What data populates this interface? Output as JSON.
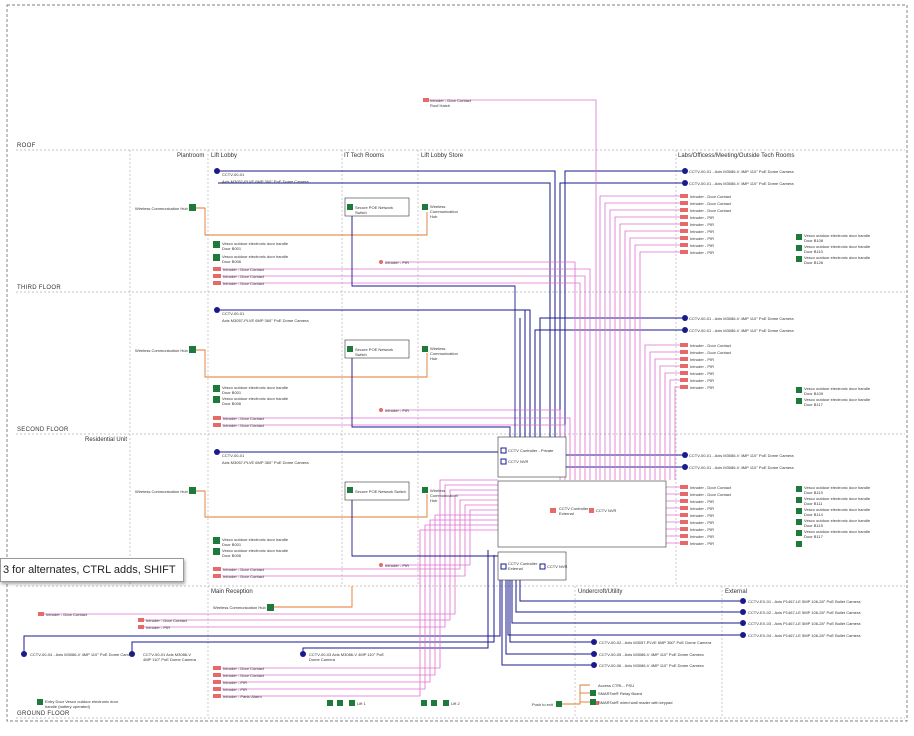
{
  "floors": [
    "ROOF",
    "THIRD FLOOR",
    "SECOND FLOOR",
    "GROUND FLOOR"
  ],
  "rooms": {
    "plantroom": "Plantroom",
    "lift_lobby": "Lift Lobby",
    "it_tech_rooms": "IT Tech Rooms",
    "lift_lobby_store": "Lift Lobby Store",
    "labs": "Labs/Officess/Meeting/Outside Tech Rooms",
    "residential_unit": "Residential Unit",
    "main_reception": "Main Reception",
    "undercroft": "Undercroft/Utility",
    "external": "External"
  },
  "labels": {
    "roof_hatch": "Intruder - Door Contact Roof Hatch",
    "cctv_003_1": "CCTV-00-01",
    "cctv_003_2": "Axis M3057-PLVE 6MP 360° PoE Dome Camera",
    "cctv_lab": "CCTV-00-01 - Axis M3086-V 4MP 110° PoE Dome Camera",
    "wireless_hub": "Wireless Communication Hub",
    "secure_poe": "Secure POE Network Switch",
    "wireless_comm": "Wireless Communication Hub",
    "door_handle": "Vesco outdoor electronic door handle",
    "door_b001": "Door B001",
    "door_b006": "Door B006",
    "intruder_contact": "Intruder - Door Contact",
    "intruder_pir": "Intruder - PIR",
    "door_b108": "Door B108",
    "door_b110": "Door B110",
    "door_b126": "Door B126",
    "door_b109": "Door B109",
    "door_b117": "Door B117",
    "door_b119": "Door B119",
    "door_b111": "Door B111",
    "door_b114": "Door B114",
    "door_b115": "Door B115",
    "cctv_ctrl_private": "CCTV Controller - Private",
    "cctv_nvr": "CCTV NVR",
    "cctv_ctrl_external": "CCTV Controller External",
    "cctv_ext_nvr": "CCTV NVR",
    "ext_cam_1": "CCTV-EX-01 - Axis P1467-LE 5MP 106-28° PoE Bullet Camera",
    "ext_cam_2": "CCTV-EX-02 - Axis P1467-LE 5MP 106-28° PoE Bullet Camera",
    "ext_cam_3": "CCTV-EX-03 - Axis P1467-LE 5MP 106-28° PoE Bullet Camera",
    "ext_cam_4": "CCTV-EX-04 - Axis P1467-LE 5MP 106-28° PoE Bullet Camera",
    "under_cam_1": "CCTV-00-02 - Axis M3057-PLVE 6MP 360° PoE Dome Camera",
    "under_cam_2": "CCTV-00-05 - Axis M3086-V 4MP 110° PoE Dome Camera",
    "under_cam_3": "CCTV-00-06 - Axis M3086-V 4MP 110° PoE Dome Camera",
    "access_ctrl": "Access CTRL - PSU",
    "smartair_relay": "SMARTair® Relay Board",
    "smartair_reader": "SMARTair® wired wall reader with keypad",
    "push_exit": "Push to exit",
    "panic_alarm": "Intruder - Panic Alarm",
    "gf_cam_1": "CCTV-00-04 - Axis M3086-V 4MP 110° PoE Dome Camera",
    "gf_cam_2": "CCTV-00-01 Axis M3086-V 4MP 110° PoE Dome Camera",
    "gf_cam_3": "CCTV-00-03 Axis M3086-V 4MP 110° PoE Dome Camera",
    "entry_door": "Entry Door Vesco outdoor electronic door handle (battery operated)",
    "lift_1": "Lift 1",
    "lift_2": "Lift 2"
  },
  "tooltip": "3 for alternates, CTRL adds, SHIFT",
  "colors": {
    "blue": "#1a1a8c",
    "pink": "#e070d0",
    "orange": "#e07a30",
    "red": "#e66a6a",
    "green": "#1e7a3a"
  }
}
